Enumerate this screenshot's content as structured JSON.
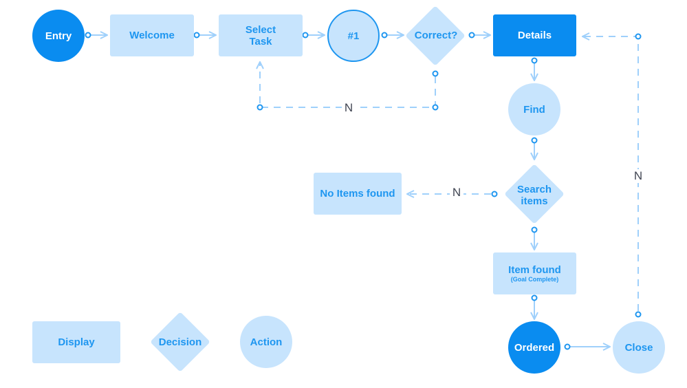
{
  "nodes": {
    "entry": "Entry",
    "welcome": "Welcome",
    "select_task": [
      "Select",
      "Task"
    ],
    "step1": "#1",
    "correct": "Correct?",
    "details": "Details",
    "find": "Find",
    "search_items": [
      "Search",
      "items"
    ],
    "no_items_found": "No Items found",
    "item_found": "Item found",
    "item_found_sub": "(Goal Complete)",
    "ordered": "Ordered",
    "close": "Close"
  },
  "branch_labels": {
    "correct_no": "N",
    "search_no": "N",
    "close_no": "N"
  },
  "legend": {
    "display": "Display",
    "decision": "Decision",
    "action": "Action"
  },
  "colors": {
    "light_fill": "#c7e4fd",
    "accent": "#1e96f0",
    "dark_fill": "#0a8cf0",
    "connector": "#9fd0fb"
  }
}
